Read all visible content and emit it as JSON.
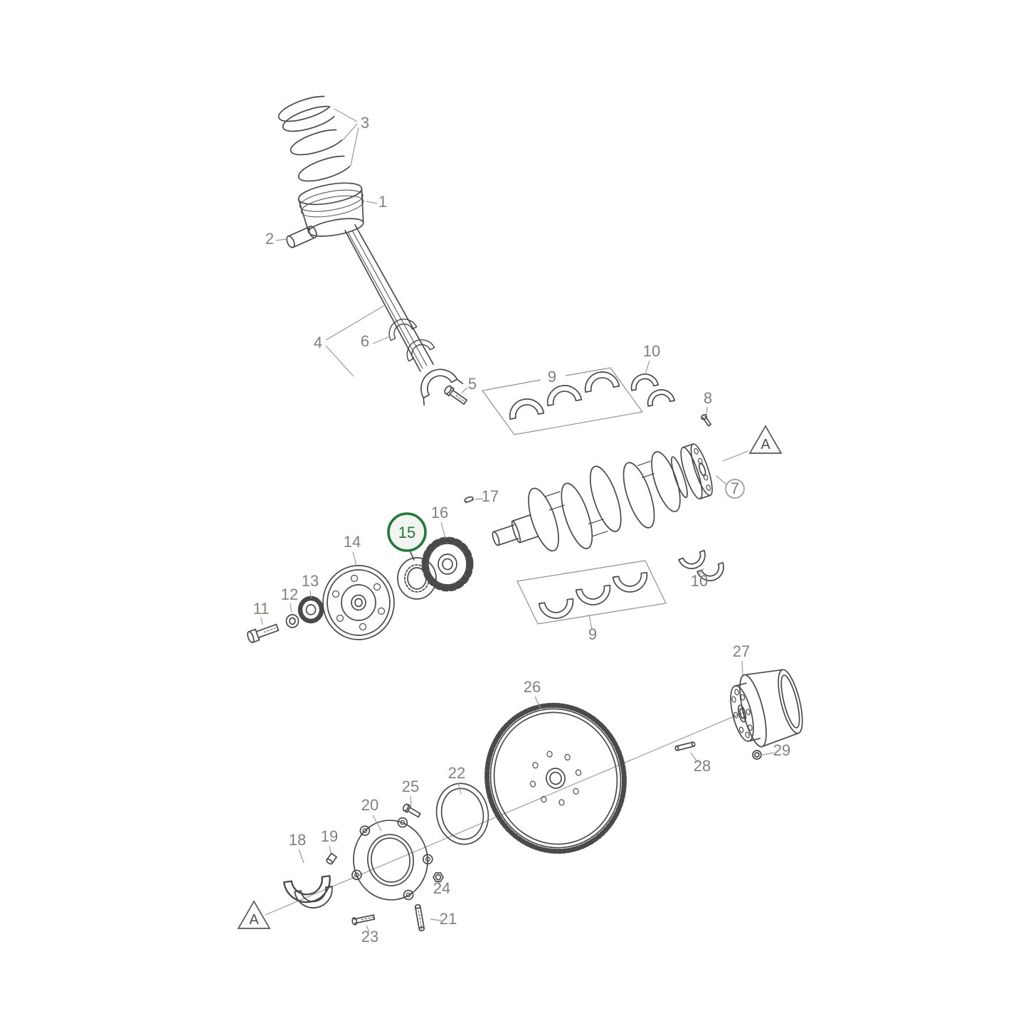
{
  "diagram": {
    "type": "exploded-parts-diagram",
    "highlighted_callout": "15",
    "colors": {
      "line": "#4a4a4a",
      "callout": "#82807b",
      "highlight": "#1e7a34",
      "background": "#ffffff"
    }
  },
  "callouts": {
    "c1": "1",
    "c2": "2",
    "c3": "3",
    "c4": "4",
    "c5": "5",
    "c6": "6",
    "c7": "7",
    "c8": "8",
    "c9": "9",
    "c10": "10",
    "c11": "11",
    "c12": "12",
    "c13": "13",
    "c14": "14",
    "c15": "15",
    "c16": "16",
    "c17": "17",
    "c18": "18",
    "c19": "19",
    "c20": "20",
    "c21": "21",
    "c22": "22",
    "c23": "23",
    "c24": "24",
    "c25": "25",
    "c26": "26",
    "c27": "27",
    "c28": "28",
    "c29": "29",
    "marker_a": "A"
  }
}
